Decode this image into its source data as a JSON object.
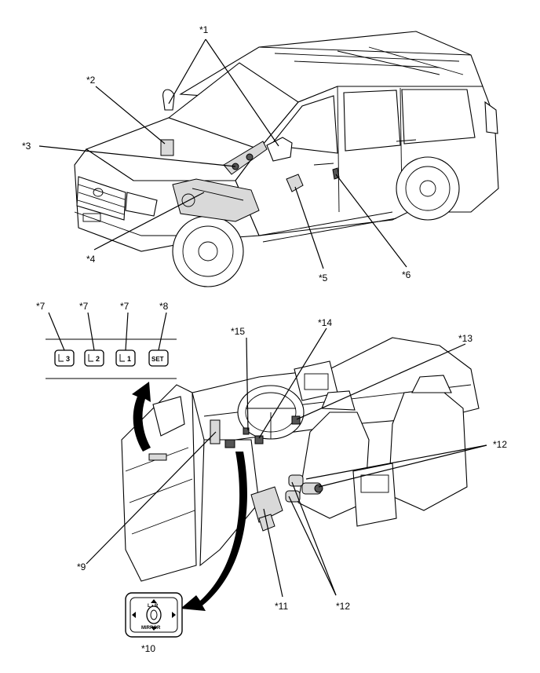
{
  "callouts": {
    "c1": "*1",
    "c2": "*2",
    "c3": "*3",
    "c4": "*4",
    "c5": "*5",
    "c6": "*6",
    "c7a": "*7",
    "c7b": "*7",
    "c7c": "*7",
    "c8": "*8",
    "c9": "*9",
    "c10": "*10",
    "c11": "*11",
    "c12a": "*12",
    "c12b": "*12",
    "c13": "*13",
    "c14": "*14",
    "c15": "*15"
  },
  "buttons": {
    "memory3": "3",
    "memory2": "2",
    "memory1": "1",
    "set": "SET"
  },
  "mirror_switch": {
    "lr": "L • R",
    "label": "MIRROR"
  },
  "icons": [
    "seat-memory-icon",
    "arrow-icon",
    "mirror-switch-icon"
  ]
}
